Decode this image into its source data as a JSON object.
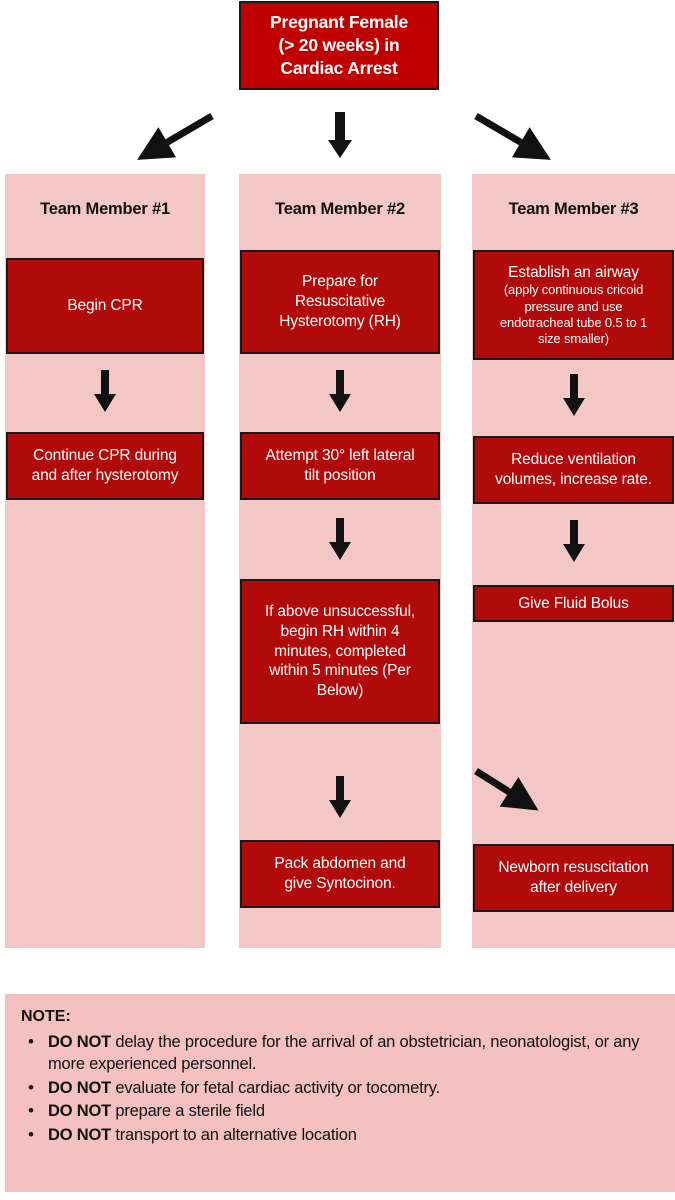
{
  "header": {
    "title": "Pregnant Female\n(> 20 weeks) in\nCardiac Arrest"
  },
  "colors": {
    "box_fill": "#b00a0a",
    "title_fill": "#c00000",
    "panel_fill": "#f4c7c7",
    "note_fill": "#f4c0c0",
    "box_border": "#1a1a1a",
    "box_text": "#ffffff",
    "heading_text": "#111111"
  },
  "columns": [
    {
      "header": "Team Member #1",
      "steps": [
        {
          "text": "Begin CPR"
        },
        {
          "text": "Continue CPR during\nand after hysterotomy"
        }
      ]
    },
    {
      "header": "Team Member #2",
      "steps": [
        {
          "text": "Prepare for\nResuscitative\nHysterotomy (RH)"
        },
        {
          "text": "Attempt 30° left lateral\ntilt position"
        },
        {
          "text": "If above unsuccessful,\nbegin RH within 4\nminutes, completed\nwithin 5 minutes  (Per\nBelow)"
        },
        {
          "text": "Pack abdomen and\ngive Syntocinon."
        }
      ]
    },
    {
      "header": "Team Member #3",
      "steps": [
        {
          "text": "Establish an airway",
          "sub": "(apply continuous cricoid\npressure and use\nendotracheal tube 0.5 to 1\nsize smaller)"
        },
        {
          "text": "Reduce ventilation\nvolumes, increase rate."
        },
        {
          "text": "Give Fluid Bolus"
        },
        {
          "text": "Newborn resuscitation\nafter delivery"
        }
      ]
    }
  ],
  "note": {
    "title": "NOTE:",
    "bullet_glyph": "•",
    "items": [
      {
        "strong": "DO NOT",
        "rest": " delay the procedure for the arrival of an obstetrician, neonatologist, or any more experienced personnel."
      },
      {
        "strong": "DO NOT",
        "rest": " evaluate for fetal cardiac activity or tocometry."
      },
      {
        "strong": "DO NOT",
        "rest": " prepare a sterile field"
      },
      {
        "strong": "DO NOT",
        "rest": " transport to an alternative location"
      }
    ]
  },
  "arrows": {
    "top_left": "arrow-diagonal-down-left-icon",
    "top_center": "arrow-down-icon",
    "top_right": "arrow-diagonal-down-right-icon",
    "col3_diagonal": "arrow-diagonal-down-right-icon",
    "step_arrow": "arrow-down-icon"
  }
}
